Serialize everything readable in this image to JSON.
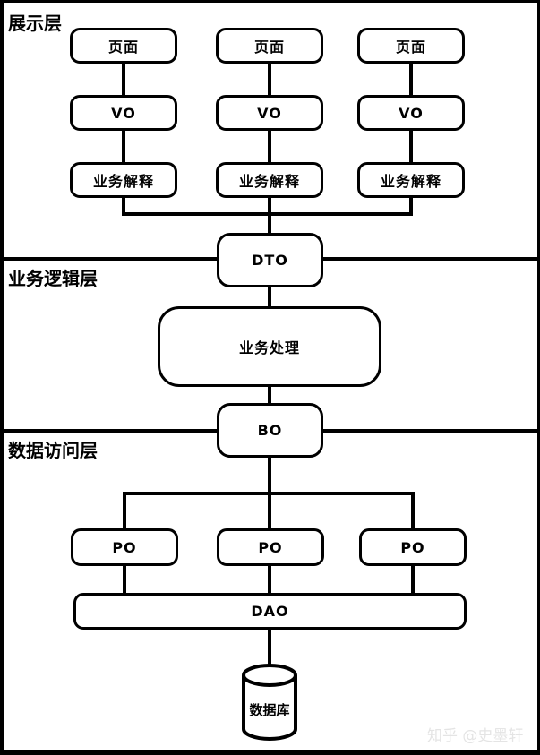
{
  "presentation": {
    "label": "展示层",
    "columns": [
      {
        "page": "页面",
        "vo": "VO",
        "interpret": "业务解释"
      },
      {
        "page": "页面",
        "vo": "VO",
        "interpret": "业务解释"
      },
      {
        "page": "页面",
        "vo": "VO",
        "interpret": "业务解释"
      }
    ]
  },
  "business_logic": {
    "label": "业务逻辑层",
    "dto": "DTO",
    "process": "业务处理",
    "bo": "BO"
  },
  "data_access": {
    "label": "数据访问层",
    "po": [
      "PO",
      "PO",
      "PO"
    ],
    "dao": "DAO",
    "database": "数据库"
  },
  "watermark": "知乎 @史墨轩",
  "colors": {
    "stroke": "#000000",
    "background": "#ffffff",
    "watermark": "#e4e4e4"
  }
}
